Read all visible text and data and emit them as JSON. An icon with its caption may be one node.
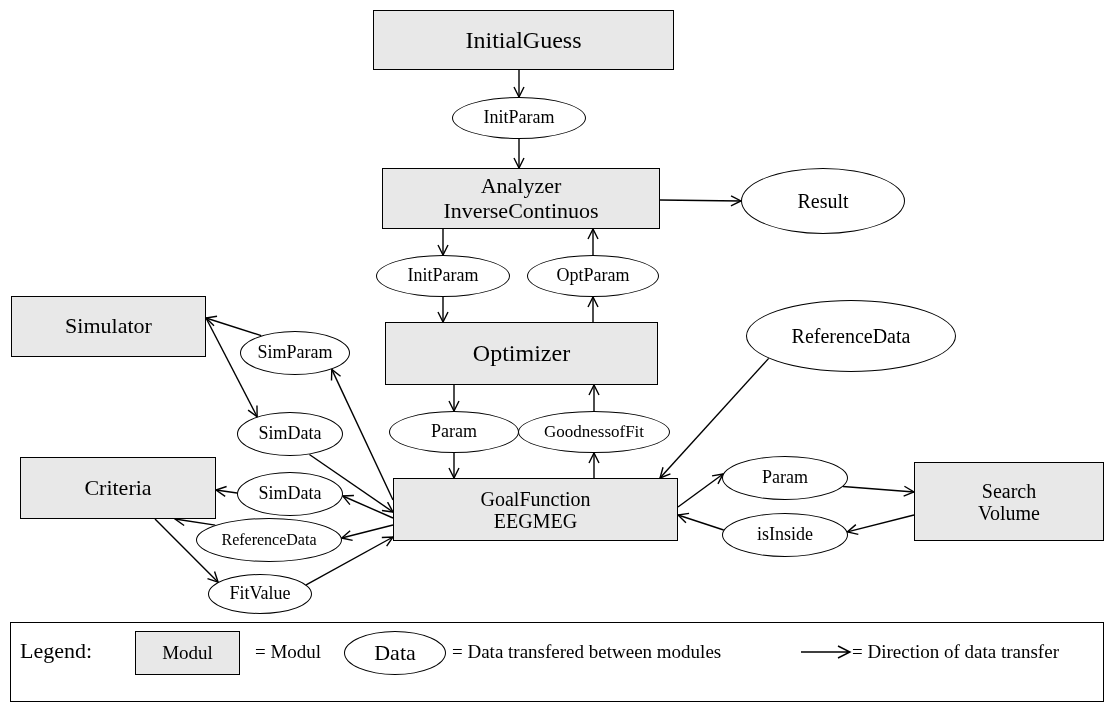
{
  "diagram": {
    "nodes": [
      {
        "text": [
          "InitialGuess"
        ]
      },
      {
        "text": [
          "InitParam"
        ]
      },
      {
        "text": [
          "Analyzer",
          "InverseContinuos"
        ]
      },
      {
        "text": [
          "Result"
        ]
      },
      {
        "text": [
          "InitParam"
        ]
      },
      {
        "text": [
          "OptParam"
        ]
      },
      {
        "text": [
          "Simulator"
        ]
      },
      {
        "text": [
          "Optimizer"
        ]
      },
      {
        "text": [
          "SimParam"
        ]
      },
      {
        "text": [
          "ReferenceData"
        ]
      },
      {
        "text": [
          "SimData"
        ]
      },
      {
        "text": [
          "Param"
        ]
      },
      {
        "text": [
          "GoodnessofFit"
        ]
      },
      {
        "text": [
          "Criteria"
        ]
      },
      {
        "text": [
          "SimData"
        ]
      },
      {
        "text": [
          "GoalFunction",
          "EEGMEG"
        ]
      },
      {
        "text": [
          "Param"
        ]
      },
      {
        "text": [
          "Search Volume"
        ]
      },
      {
        "text": [
          "isInside"
        ]
      },
      {
        "text": [
          "ReferenceData"
        ]
      },
      {
        "text": [
          "FitValue"
        ]
      }
    ],
    "edges": [
      {
        "from": 0,
        "to": 1,
        "arrow": "to"
      },
      {
        "from": 1,
        "to": 2,
        "arrow": "to"
      },
      {
        "from": 2,
        "to": 3,
        "arrow": "to"
      },
      {
        "from": 2,
        "to": 4,
        "arrow": "to"
      },
      {
        "from": 4,
        "to": 7,
        "arrow": "to"
      },
      {
        "from": 5,
        "to": 2,
        "arrow": "to"
      },
      {
        "from": 7,
        "to": 5,
        "arrow": "to"
      },
      {
        "from": 7,
        "to": 11,
        "arrow": "to"
      },
      {
        "from": 11,
        "to": 15,
        "arrow": "to"
      },
      {
        "from": 15,
        "to": 12,
        "arrow": "to"
      },
      {
        "from": 12,
        "to": 7,
        "arrow": "to"
      },
      {
        "from": 9,
        "to": 15,
        "arrow": "to"
      },
      {
        "from": 15,
        "to": 16,
        "arrow": "to"
      },
      {
        "from": 16,
        "to": 17,
        "arrow": "to"
      },
      {
        "from": 17,
        "to": 18,
        "arrow": "to"
      },
      {
        "from": 18,
        "to": 15,
        "arrow": "to"
      },
      {
        "from": 6,
        "to": 10,
        "arrow": "to"
      },
      {
        "from": 10,
        "to": 15,
        "arrow": "to"
      },
      {
        "from": 15,
        "to": 8,
        "arrow": "to"
      },
      {
        "from": 8,
        "to": 6,
        "arrow": "to"
      },
      {
        "from": 15,
        "to": 14,
        "arrow": "to"
      },
      {
        "from": 14,
        "to": 13,
        "arrow": "to"
      },
      {
        "from": 15,
        "to": 19,
        "arrow": "to"
      },
      {
        "from": 19,
        "to": 13,
        "arrow": "to"
      },
      {
        "from": 13,
        "to": 20,
        "arrow": "to"
      },
      {
        "from": 20,
        "to": 15,
        "arrow": "to"
      }
    ],
    "labels": [
      "Legend:",
      "Modul",
      "Data"
    ],
    "legend": [
      {
        "text": "= Modul"
      },
      {
        "text": "= Data transfered between modules"
      },
      {
        "text": "= Direction of data transfer"
      }
    ]
  }
}
